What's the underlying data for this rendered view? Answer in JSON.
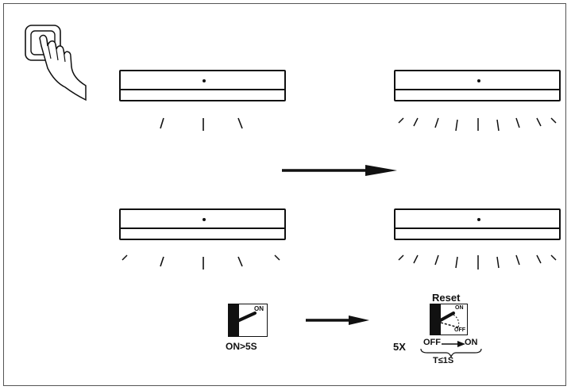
{
  "switch_left": {
    "on_label": "ON",
    "caption": "ON>5S"
  },
  "switch_right": {
    "title": "Reset",
    "on_label": "ON",
    "off_label": "OFF",
    "count": "5X",
    "from": "OFF",
    "to": "ON",
    "timing": "T≤1S"
  },
  "colors": {
    "ink": "#111111",
    "frame": "#555555"
  }
}
